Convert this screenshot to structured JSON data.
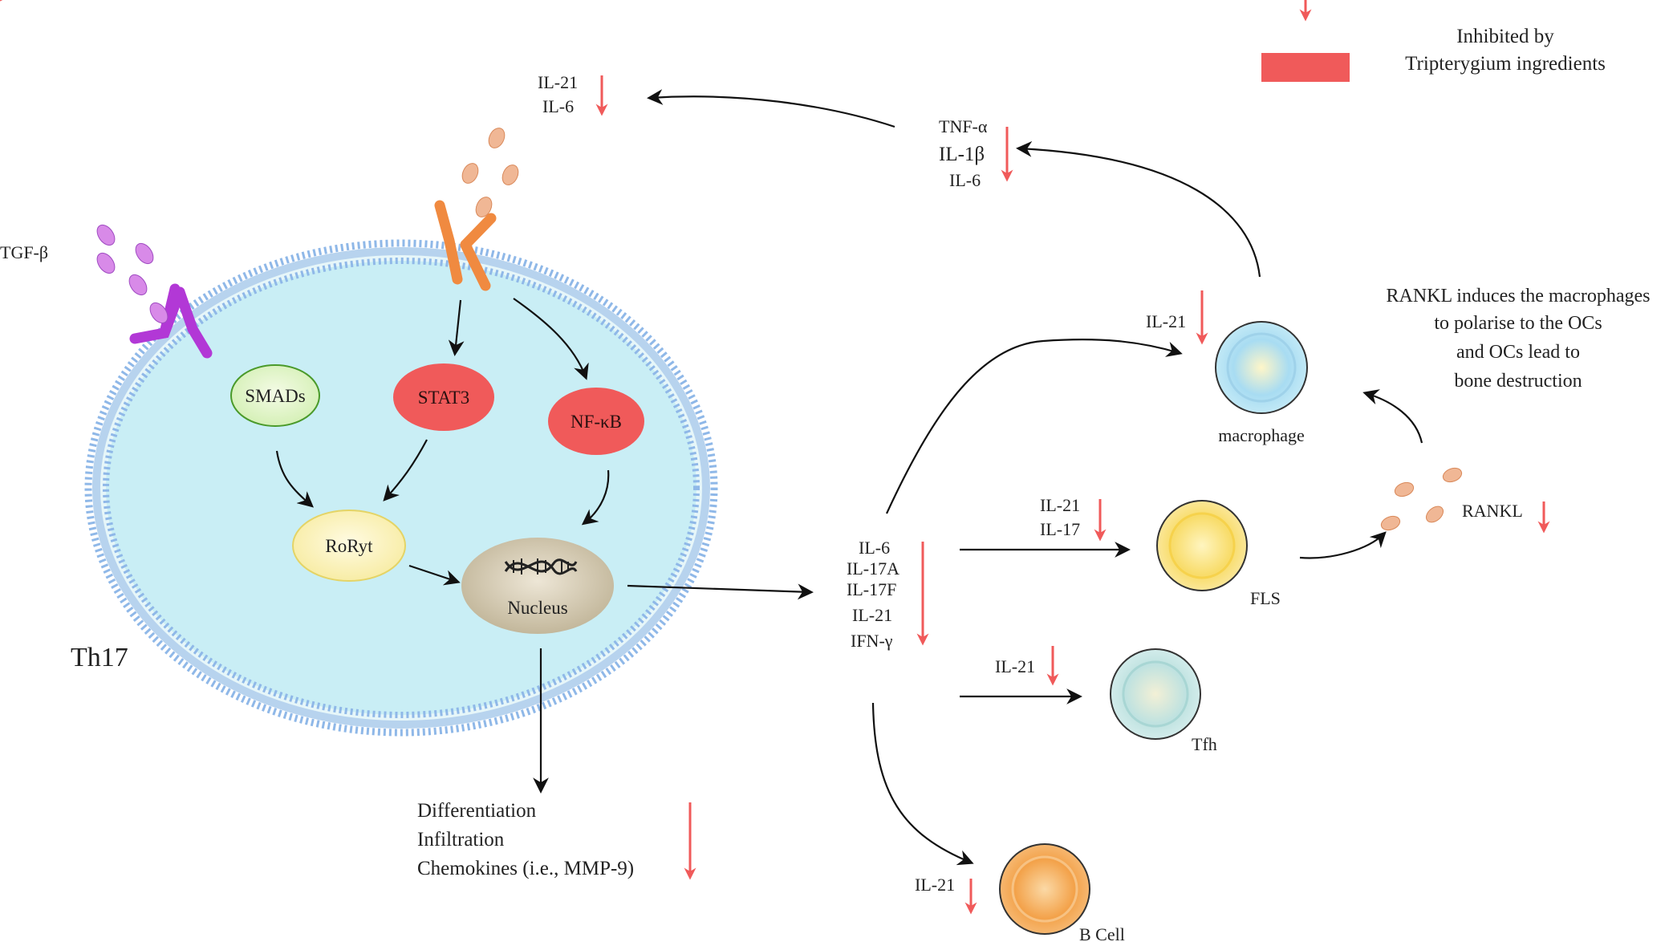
{
  "legend": {
    "label_line1": "Inhibited by",
    "label_line2": "Tripterygium ingredients",
    "color": "#f05a5a"
  },
  "cell": {
    "name": "Th17",
    "membrane_color": "#8fb8e8",
    "cytoplasm_color": "#c8eef5"
  },
  "ligands": {
    "tgf_beta": "TGF-β"
  },
  "nodes": {
    "smads": "SMADs",
    "stat3": "STAT3",
    "nfkb": "NF-κB",
    "roryt": "RoRyt",
    "nucleus": "Nucleus"
  },
  "outputs": {
    "differentiation": "Differentiation",
    "infiltration": "Infiltration",
    "chemokines": "Chemokines (i.e., MMP-9)"
  },
  "top_left_cytokines": [
    "IL-21",
    "IL-6"
  ],
  "macrophage_cytokines": [
    "TNF-α",
    "IL-1β",
    "IL-6"
  ],
  "th17_cytokines": [
    "IL-6",
    "IL-17A",
    "IL-17F",
    "IL-21",
    "IFN-γ"
  ],
  "to_macrophage": "IL-21",
  "to_fls": [
    "IL-21",
    "IL-17"
  ],
  "to_tfh": "IL-21",
  "to_bcell": "IL-21",
  "cells": {
    "macrophage": "macrophage",
    "fls": "FLS",
    "tfh": "Tfh",
    "bcell": "B Cell"
  },
  "rankl": {
    "label": "RANKL",
    "note": [
      "RANKL induces the macrophages",
      "to polarise to the OCs",
      "and OCs lead to",
      "bone destruction"
    ]
  },
  "icons": [
    "dna-icon",
    "antibody-receptor-icon",
    "down-arrow-icon"
  ]
}
